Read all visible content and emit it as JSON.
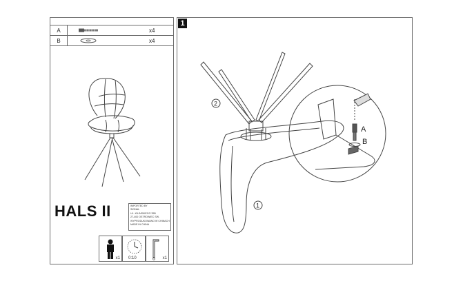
{
  "parts": [
    {
      "letter": "A",
      "qty": "x4",
      "icon": "bolt-icon"
    },
    {
      "letter": "B",
      "qty": "x4",
      "icon": "washer-icon"
    }
  ],
  "product": {
    "name": "HALS II"
  },
  "importer": {
    "lines": [
      "IMPORTED BY",
      "SIGNAL",
      "UL. KILINSKIEGO 35B",
      "27-400 OSTROWIEC SW.",
      "WYPRODUKOWANO W CHINACH",
      "MADE IN CHINA"
    ]
  },
  "assembly_info": {
    "persons": "x1",
    "time": "0:10",
    "tool_qty": "x1"
  },
  "step": {
    "number": "1",
    "callouts": {
      "legs": "2",
      "seat": "1",
      "bolt": "A",
      "washer": "B"
    }
  }
}
